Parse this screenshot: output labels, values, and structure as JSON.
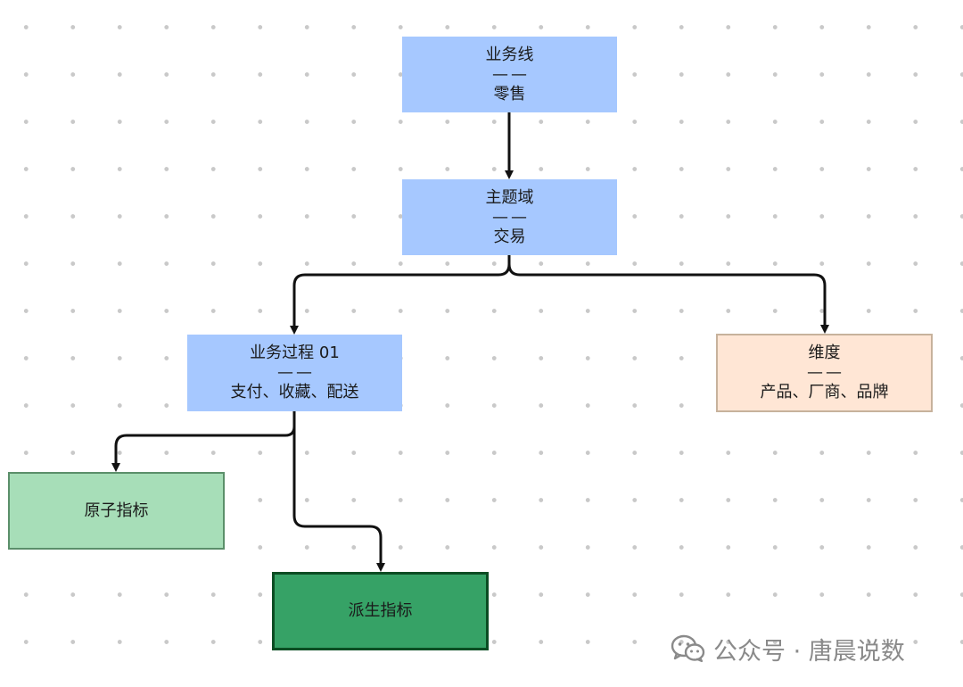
{
  "nodes": {
    "business_line": {
      "title": "业务线",
      "separator": "——",
      "value": "零售"
    },
    "subject_area": {
      "title": "主题域",
      "separator": "——",
      "value": "交易"
    },
    "business_process": {
      "title": "业务过程 01",
      "separator": "——",
      "value": "支付、收藏、配送"
    },
    "dimension": {
      "title": "维度",
      "separator": "——",
      "value": "产品、厂商、品牌"
    },
    "atomic_metric": {
      "label": "原子指标"
    },
    "derived_metric": {
      "label": "派生指标"
    }
  },
  "colors": {
    "blue_node": "#a6c8ff",
    "peach_node": "#ffe6d5",
    "light_green_node": "#a7deb8",
    "dark_green_node": "#36a266",
    "connector": "#111111"
  },
  "watermark": {
    "icon": "wechat-icon",
    "text": "公众号 · 唐晨说数"
  }
}
